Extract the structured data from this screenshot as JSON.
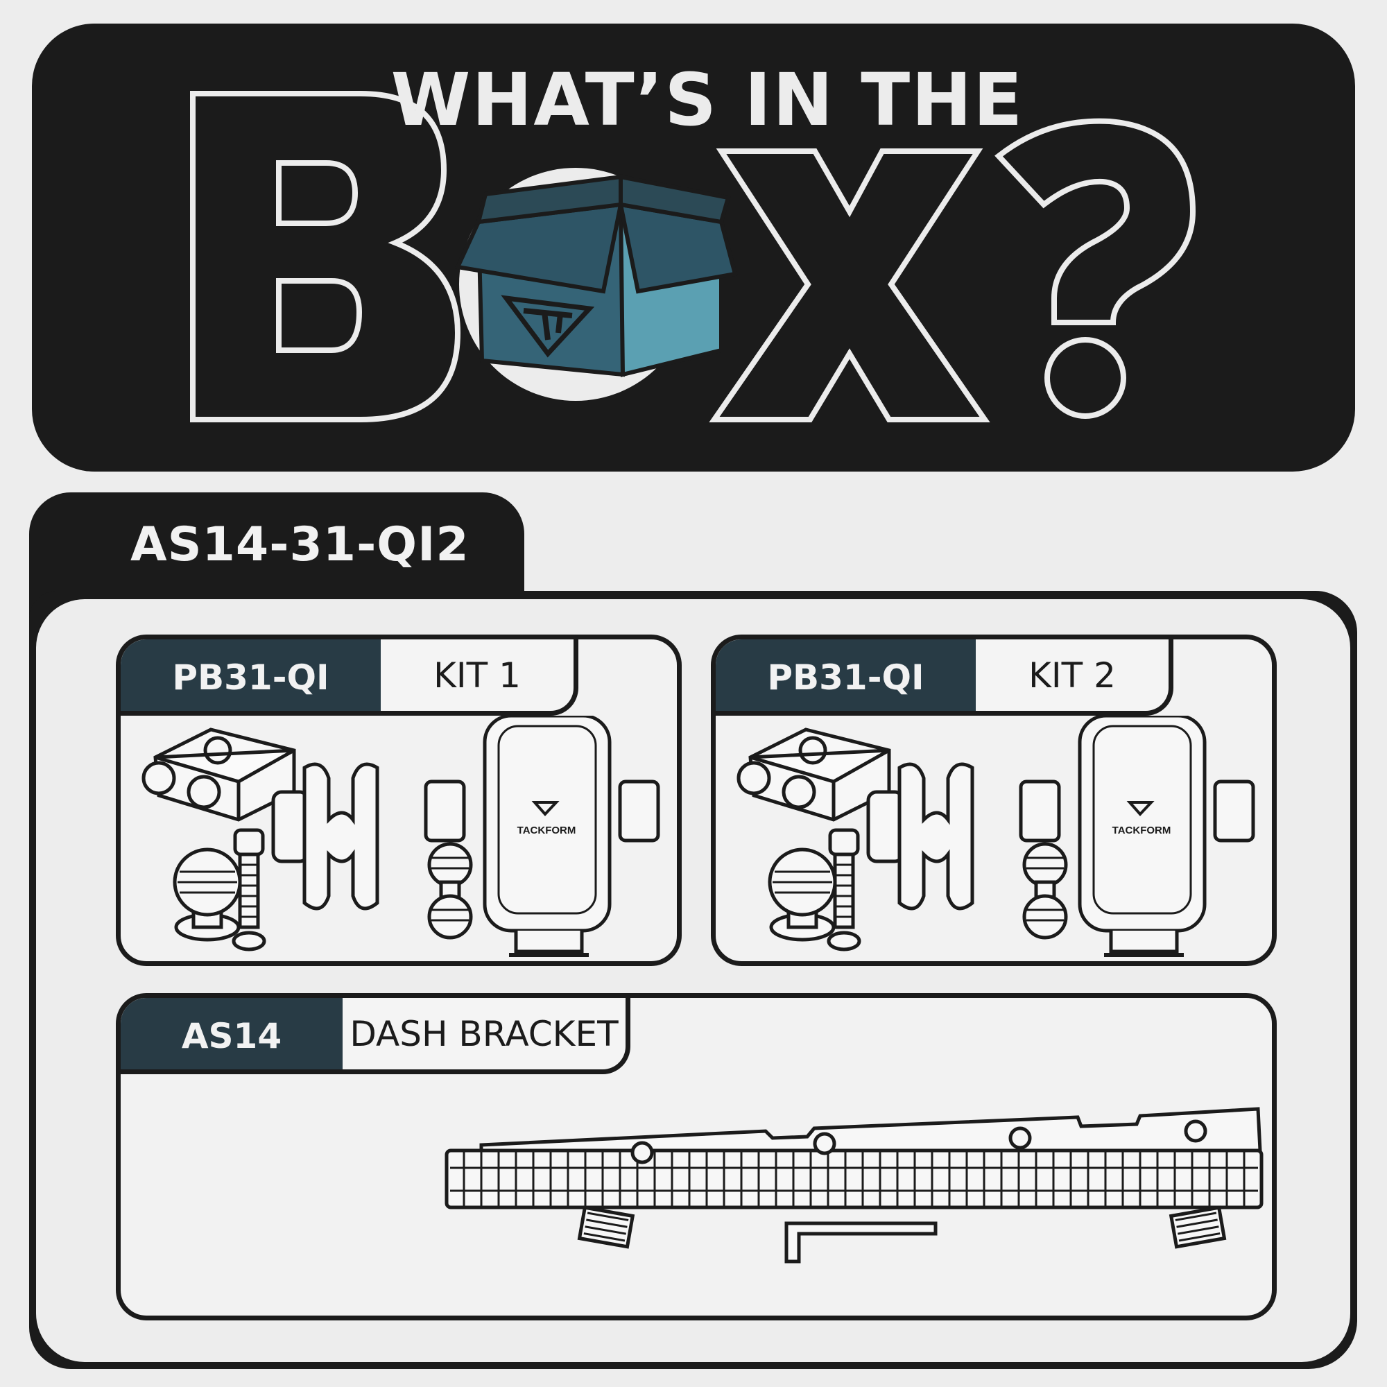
{
  "header": {
    "line1": "WHAT’S IN THE",
    "line2_letters": [
      "B",
      "X",
      "?"
    ],
    "box_illustration": "box-icon",
    "brand_logo": "tackform-logo-icon"
  },
  "product": {
    "sku": "AS14-31-QI2"
  },
  "kits": [
    {
      "code": "PB31-QI",
      "label": "KIT 1",
      "brand": "TACKFORM"
    },
    {
      "code": "PB31-QI",
      "label": "KIT 2",
      "brand": "TACKFORM"
    }
  ],
  "bracket": {
    "code": "AS14",
    "label": "DASH BRACKET"
  },
  "colors": {
    "dark": "#1b1b1b",
    "tab_dark": "#283b45",
    "box_teal": "#5ba0b2",
    "box_blue": "#356477",
    "background": "#ededed"
  }
}
